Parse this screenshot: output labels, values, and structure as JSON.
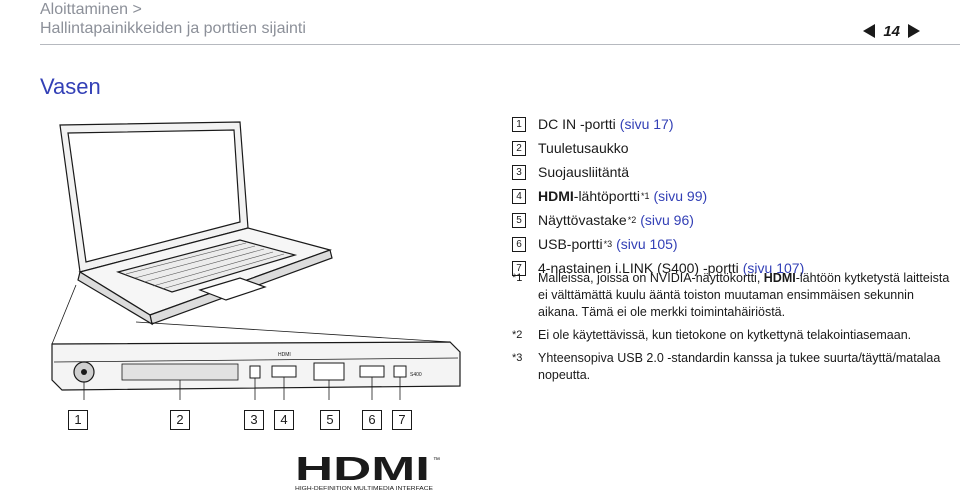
{
  "breadcrumb": {
    "line1": "Aloittaminen >",
    "line2": "Hallintapainikkeiden ja porttien sijainti"
  },
  "page": {
    "number": "14"
  },
  "heading": "Vasen",
  "callouts": [
    "1",
    "2",
    "3",
    "4",
    "5",
    "6",
    "7"
  ],
  "items": [
    {
      "num": "1",
      "text": "DC IN -portti",
      "sup": "",
      "link": "(sivu 17)"
    },
    {
      "num": "2",
      "text": "Tuuletusaukko",
      "sup": "",
      "link": ""
    },
    {
      "num": "3",
      "text": "Suojausliitäntä",
      "sup": "",
      "link": ""
    },
    {
      "num": "4",
      "bold": "HDMI",
      "text": "-lähtöportti",
      "sup": "*1",
      "link": "(sivu 99)"
    },
    {
      "num": "5",
      "text": "Näyttövastake",
      "sup": "*2",
      "link": "(sivu 96)"
    },
    {
      "num": "6",
      "text": "USB-portti",
      "sup": "*3",
      "link": "(sivu 105)"
    },
    {
      "num": "7",
      "text": "4-nastainen i.LINK (S400) -portti",
      "sup": "",
      "link": "(sivu 107)"
    }
  ],
  "notes": [
    {
      "mark": "*1",
      "pre": "Malleissa, joissa on NVIDIA-näyttökortti, ",
      "bold": "HDMI",
      "post": "-lähtöön kytketystä laitteista ei välttämättä kuulu ääntä toiston muutaman ensimmäisen sekunnin aikana. Tämä ei ole merkki toimintahäiriöstä."
    },
    {
      "mark": "*2",
      "pre": "Ei ole käytettävissä, kun tietokone on kytkettynä telakointiasemaan.",
      "bold": "",
      "post": ""
    },
    {
      "mark": "*3",
      "pre": "Yhteensopiva USB 2.0 -standardin kanssa ja tukee suurta/täyttä/matalaa nopeutta.",
      "bold": "",
      "post": ""
    }
  ],
  "logo": {
    "wordmark": "HDMI",
    "tm": "™",
    "tagline": "HIGH-DEFINITION MULTIMEDIA INTERFACE"
  },
  "port_labels": {
    "hdmi": "HDMI",
    "ilink": "S400"
  },
  "icons": {
    "prev": "prev-page-arrow-icon",
    "next": "next-page-arrow-icon"
  },
  "colors": {
    "link": "#3340b6",
    "breadcrumb": "#8c9099",
    "rule": "#b6b9bf"
  }
}
